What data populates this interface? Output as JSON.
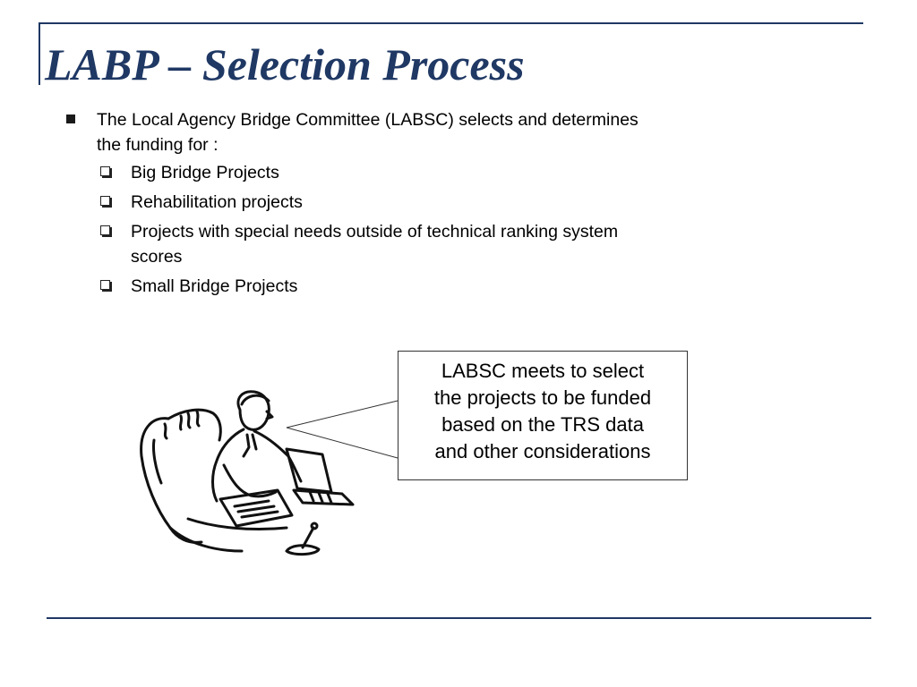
{
  "slide": {
    "title": "LABP – Selection Process",
    "bullet": {
      "line1": "The Local Agency Bridge Committee (LABSC) selects and determines",
      "line2": "the funding for :"
    },
    "sub_items": [
      {
        "line1": "Big Bridge Projects",
        "line2": ""
      },
      {
        "line1": "Rehabilitation projects",
        "line2": ""
      },
      {
        "line1": "Projects with special needs outside of technical ranking system",
        "line2": "scores"
      },
      {
        "line1": "Small Bridge Projects",
        "line2": ""
      }
    ],
    "callout": {
      "line1": "LABSC meets to  select",
      "line2": "the projects to be funded",
      "line3": "based on the TRS data",
      "line4": "and other considerations"
    }
  },
  "icons": {
    "bullet": "square-bullet-icon",
    "sub_bullet": "checkbox-bullet-icon",
    "clipart": "man-at-desk-illustration"
  },
  "colors": {
    "accent": "#1f3864",
    "text": "#000000",
    "background": "#ffffff"
  }
}
